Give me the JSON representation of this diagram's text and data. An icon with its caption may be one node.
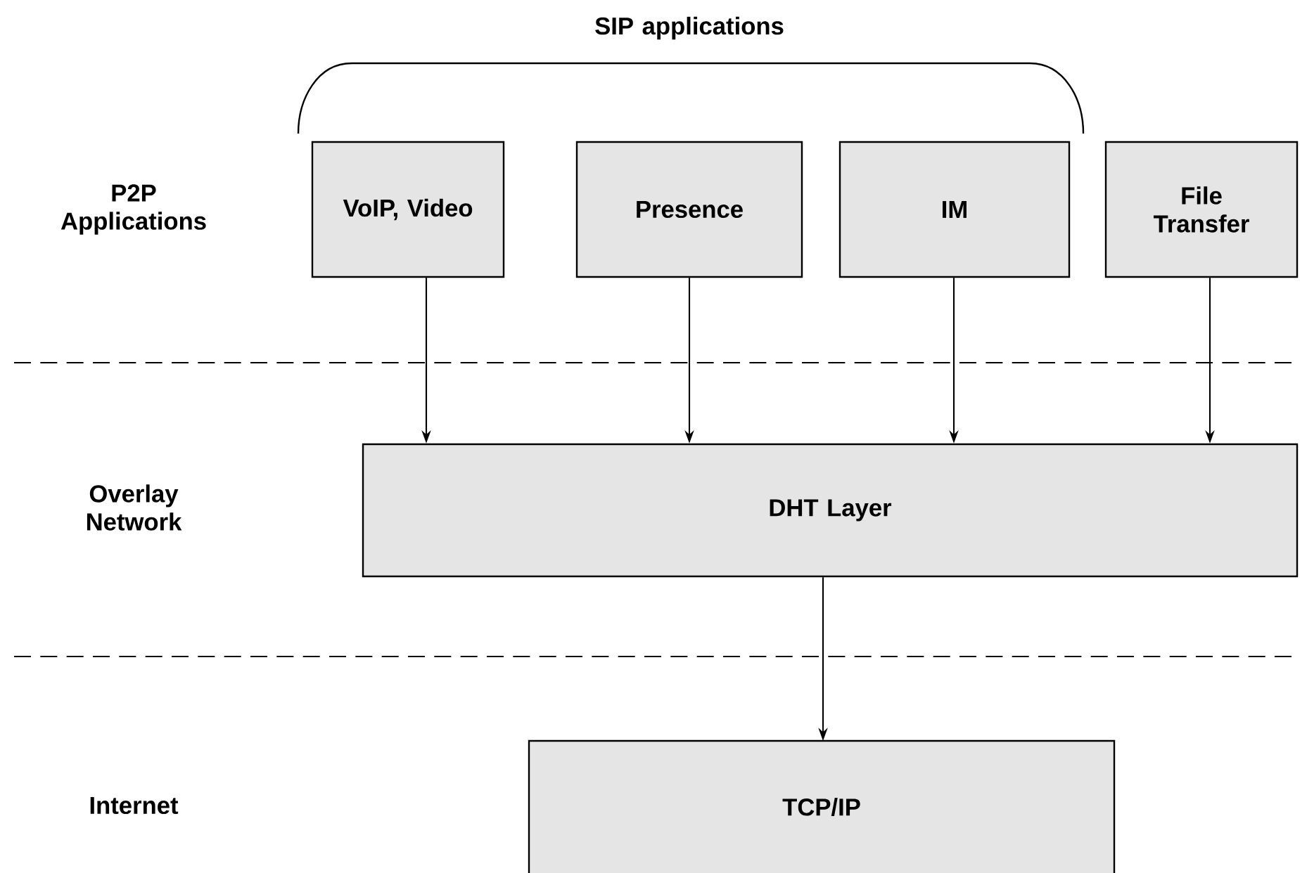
{
  "diagram": {
    "nodes": [
      {
        "text": [
          "VoIP, Video"
        ]
      },
      {
        "text": [
          "Presence"
        ]
      },
      {
        "text": [
          "IM"
        ]
      },
      {
        "text": [
          "File Transfer"
        ]
      },
      {
        "text": [
          "DHT Layer"
        ]
      },
      {
        "text": [
          "TCP/IP"
        ]
      }
    ],
    "edges": [
      {
        "from": 0,
        "to": 4,
        "arrow": "to"
      },
      {
        "from": 1,
        "to": 4,
        "arrow": "to"
      },
      {
        "from": 2,
        "to": 4,
        "arrow": "to"
      },
      {
        "from": 3,
        "to": 4,
        "arrow": "to"
      },
      {
        "from": 4,
        "to": 5,
        "arrow": "to"
      }
    ],
    "labels": [
      "SIP applications",
      "P2P Applications",
      "Overlay Network",
      "Internet"
    ]
  }
}
